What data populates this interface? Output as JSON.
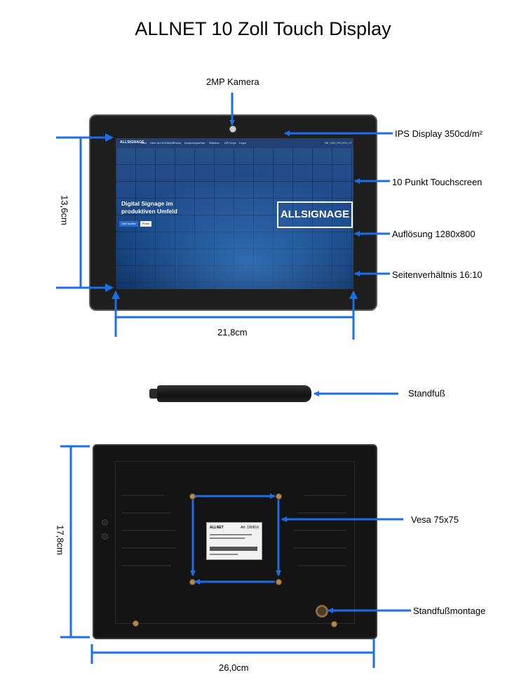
{
  "title": "ALLNET 10 Zoll Touch Display",
  "labels": {
    "camera": "2MP Kamera",
    "ips": "IPS Display 350cd/m²",
    "touch": "10 Punkt Touchscreen",
    "resolution": "Auflösung 1280x800",
    "aspect": "Seitenverhältnis 16:10",
    "stand": "Standfuß",
    "vesa": "Vesa 75x75",
    "stand_mount": "Standfußmontage"
  },
  "dimensions": {
    "front_height": "13,6cm",
    "front_width": "21,8cm",
    "back_height": "17,8cm",
    "back_width": "26,0cm"
  },
  "screen": {
    "brand": "ALLSIGNAGE",
    "nav": [
      "Start",
      "Über ALLSIGNAGE",
      "Preise",
      "Ansprechpartner",
      "Webinar",
      "API Keys",
      "Login",
      "DE | EN | FR | ES | IT"
    ],
    "hero_line1": "Digital Signage im",
    "hero_line2": "produktiven Umfeld",
    "btn_primary": "Jetzt buchen",
    "btn_secondary": "Preise",
    "logo": "ALLSIGNAGE"
  },
  "sticker": {
    "brand": "ALLNET",
    "art": "Art. 180616"
  },
  "colors": {
    "arrow": "#1a6ee8",
    "screen_blue": "#1f4a8a"
  }
}
